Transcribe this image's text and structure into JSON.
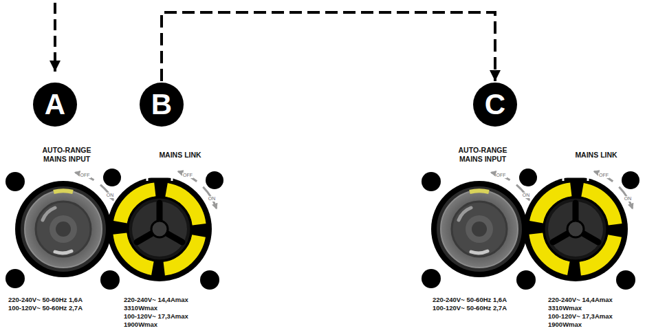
{
  "diagram": {
    "nodes": [
      {
        "text": [
          "A"
        ]
      },
      {
        "text": [
          "B"
        ]
      },
      {
        "text": [
          "C"
        ]
      }
    ],
    "edges": [
      {
        "from": 1,
        "to": 2,
        "arrow": "to"
      }
    ],
    "labels": [
      "AUTO-RANGE MAINS INPUT",
      "OFF",
      "ON",
      "MAINS LINK",
      "OFF",
      "ON",
      "220-240V~ 50-60Hz 1,6A",
      "100-120V~ 50-60Hz 2,7A",
      "220-240V~ 14,4Amax",
      "3310Wmax",
      "100-120V~ 17,3Amax",
      "1900Wmax",
      "AUTO-RANGE MAINS INPUT",
      "OFF",
      "ON",
      "MAINS LINK",
      "OFF",
      "ON",
      "220-240V~ 50-60Hz 1,6A",
      "100-120V~ 50-60Hz 2,7A",
      "220-240V~ 14,4Amax",
      "3310Wmax",
      "100-120V~ 17,3Amax",
      "1900Wmax"
    ]
  }
}
